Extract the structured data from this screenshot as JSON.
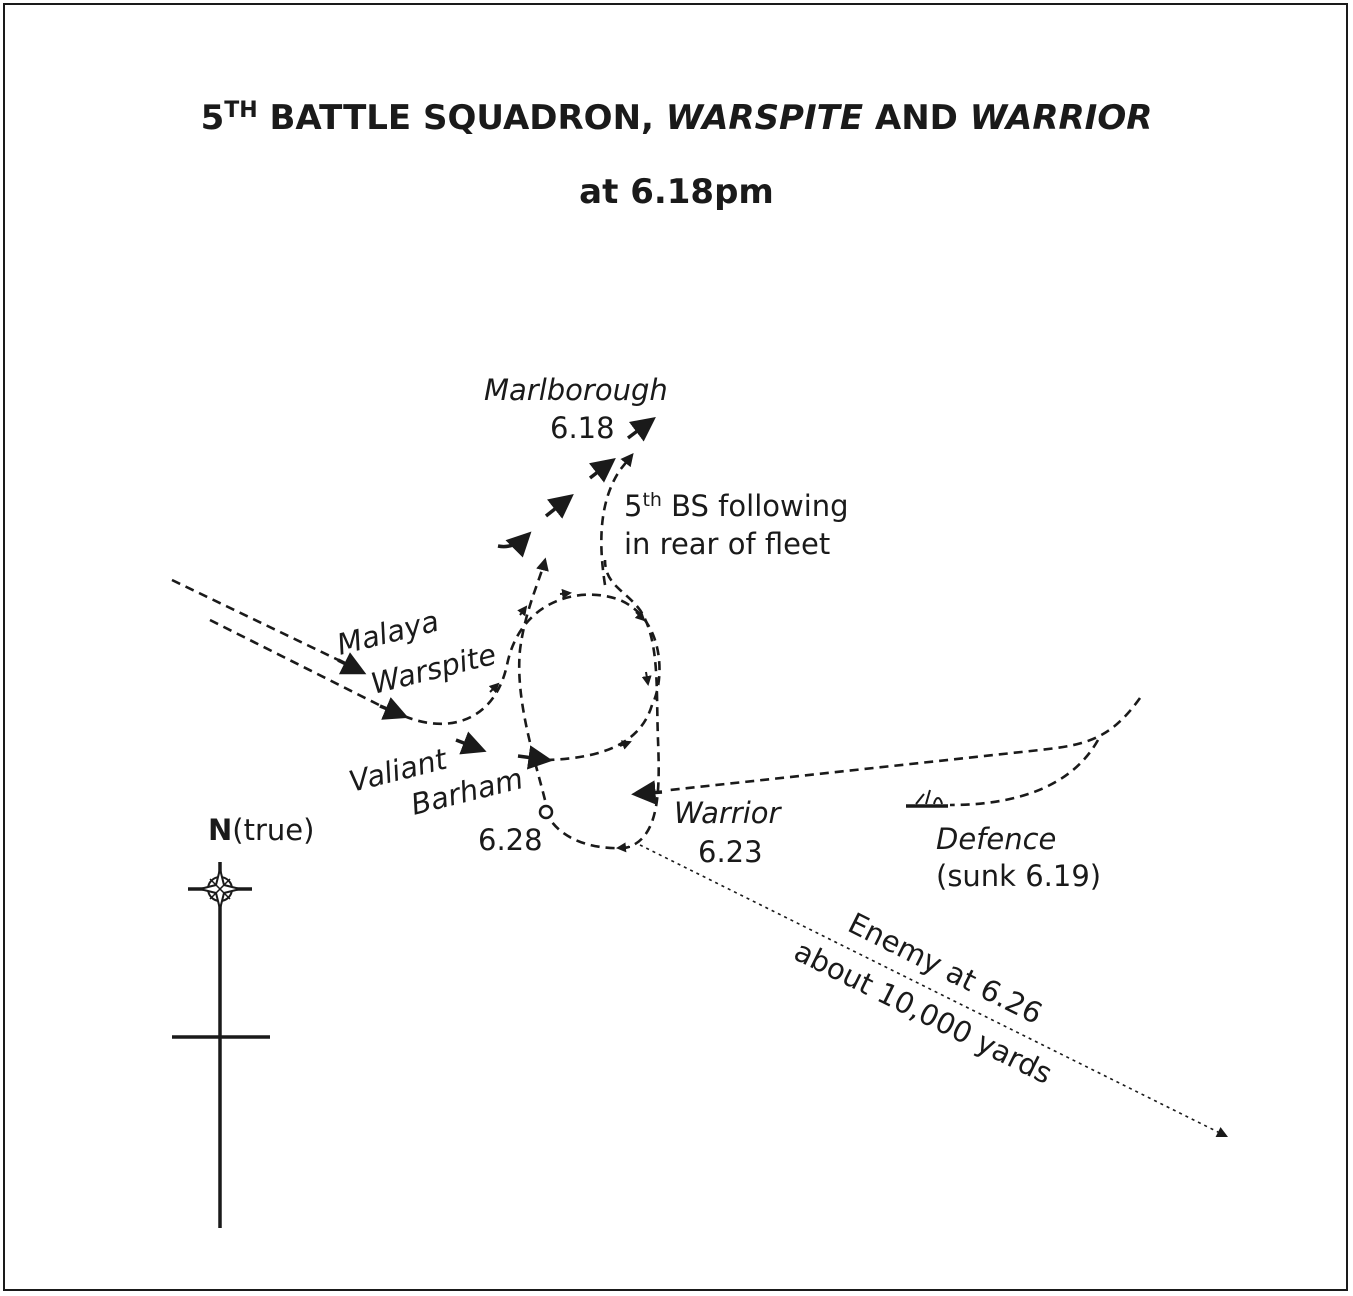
{
  "title": {
    "prefix": "5",
    "sup": "TH",
    "main": " BATTLE SQUADRON, ",
    "ship1": "WARSPITE",
    "and": " AND ",
    "ship2": "WARRIOR"
  },
  "subtitle": "at 6.18pm",
  "labels": {
    "marlborough": "Marlborough",
    "marlborough_time": "6.18",
    "fifth_bs_line1_prefix": "5",
    "fifth_bs_line1_sup": "th",
    "fifth_bs_line1_rest": " BS following",
    "fifth_bs_line2": "in rear of fleet",
    "malaya": "Malaya",
    "warspite": "Warspite",
    "valiant": "Valiant",
    "barham": "Barham",
    "time_628": "6.28",
    "warrior": "Warrior",
    "warrior_time": "6.23",
    "defence": "Defence",
    "defence_note": "(sunk 6.19)",
    "enemy_line1": "Enemy at 6.26",
    "enemy_line2": "about 10,000 yards",
    "north_letter": "N",
    "north_note": "(true)"
  },
  "colors": {
    "ink": "#1a1a1a",
    "background": "#ffffff"
  }
}
